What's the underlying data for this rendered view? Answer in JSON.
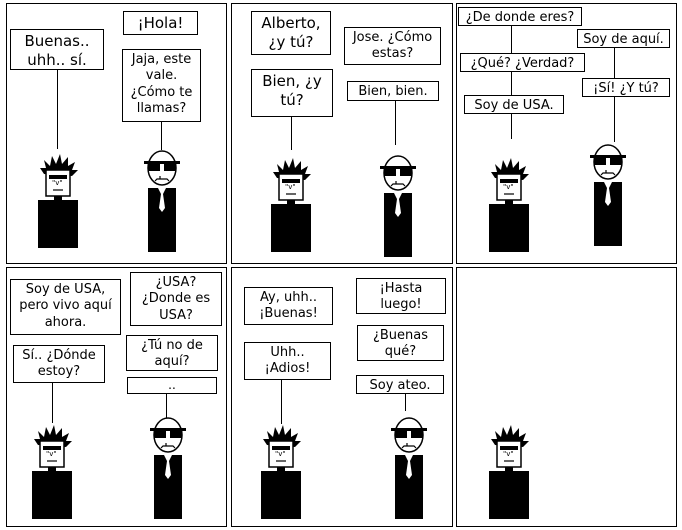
{
  "panels": [
    {
      "bubbles": [
        "Buenas..\nuhh.. sí.",
        "¡Hola!",
        "Jaja, este\nvale.\n¿Cómo te\nllamas?"
      ]
    },
    {
      "bubbles": [
        "Alberto,\n¿y tú?",
        "Bien, ¿y\ntú?",
        "Jose. ¿Cómo\nestas?",
        "Bien, bien."
      ]
    },
    {
      "bubbles": [
        "¿De donde eres?",
        "¿Qué? ¿Verdad?",
        "Soy de USA.",
        "Soy de aquí.",
        "¡Sí! ¿Y tú?"
      ]
    },
    {
      "bubbles": [
        "Soy de USA,\npero vivo aquí\nahora.",
        "Sí.. ¿Dónde\nestoy?",
        "¿USA?\n¿Donde es\nUSA?",
        "¿Tú no de\naquí?",
        ".."
      ]
    },
    {
      "bubbles": [
        "Ay, uhh..\n¡Buenas!",
        "Uhh..\n¡Adios!",
        "¡Hasta\nluego!",
        "¿Buenas\nqué?",
        "Soy ateo."
      ]
    },
    {
      "bubbles": []
    }
  ],
  "characters": {
    "left": "spiky-hair-guy",
    "right": "sunglasses-guy"
  }
}
